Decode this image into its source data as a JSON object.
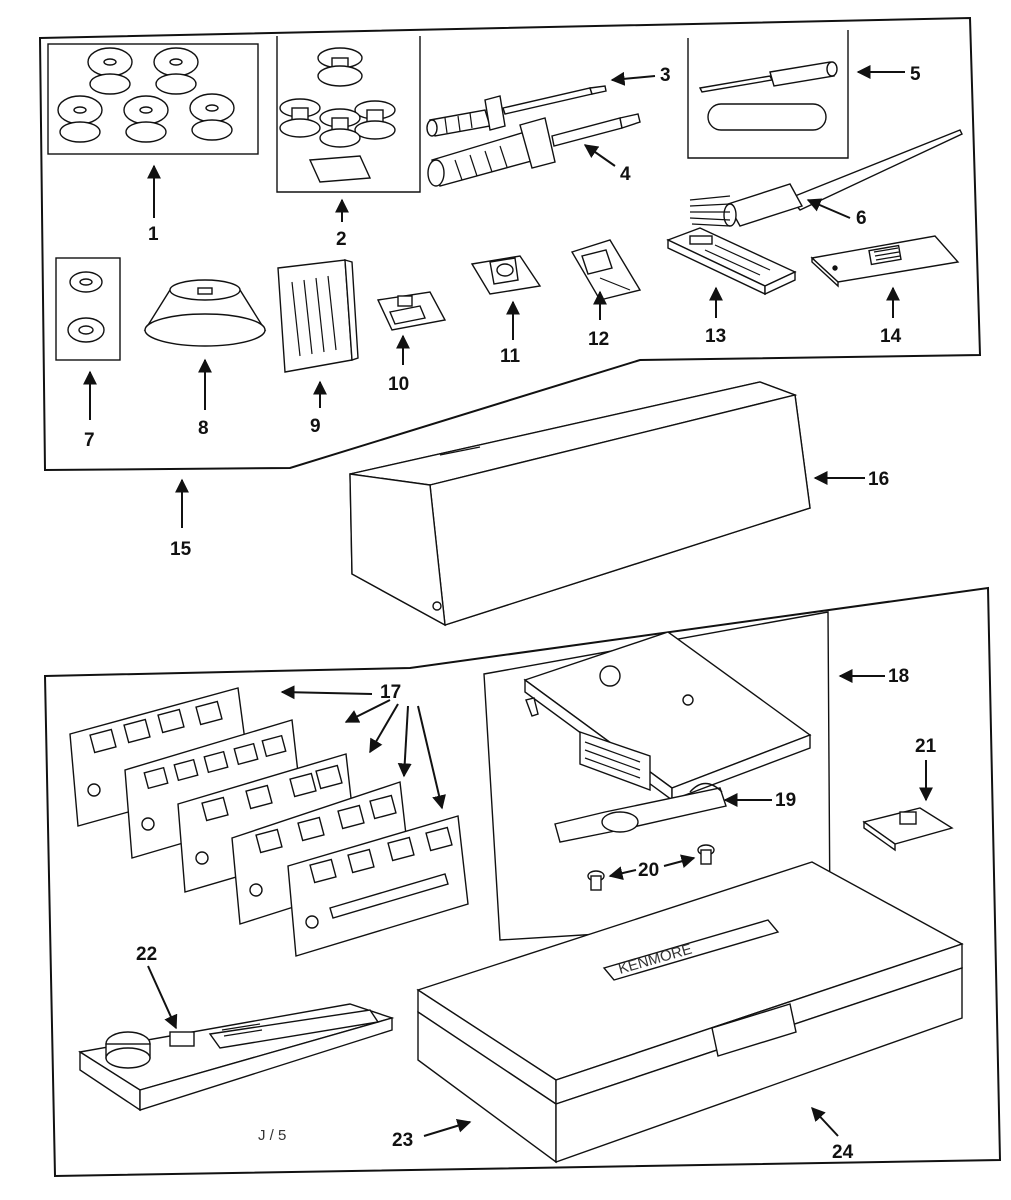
{
  "labels": {
    "p1": "1",
    "p2": "2",
    "p3": "3",
    "p4": "4",
    "p5": "5",
    "p6": "6",
    "p7": "7",
    "p8": "8",
    "p9": "9",
    "p10": "10",
    "p11": "11",
    "p12": "12",
    "p13": "13",
    "p14": "14",
    "p15": "15",
    "p16": "16",
    "p17": "17",
    "p18": "18",
    "p19": "19",
    "p20": "20",
    "p21": "21",
    "p22": "22",
    "p23": "23",
    "p24": "24"
  },
  "page_mark": "J / 5",
  "case_lid_text": "KENMORE"
}
